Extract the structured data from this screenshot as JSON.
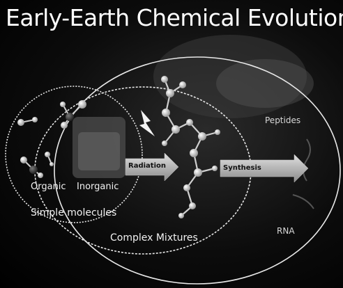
{
  "title": "Early-Earth Chemical Evolution",
  "sets": {
    "simple_molecules": {
      "label": "Simple molecules",
      "organic_label": "Organic",
      "inorganic_label": "Inorganic"
    },
    "complex_mixtures": {
      "label": "Complex Mixtures"
    },
    "outer": {
      "peptides_label": "Peptides",
      "rna_label": "RNA"
    }
  },
  "arrows": {
    "radiation": "Radiation",
    "synthesis": "Synthesis"
  }
}
